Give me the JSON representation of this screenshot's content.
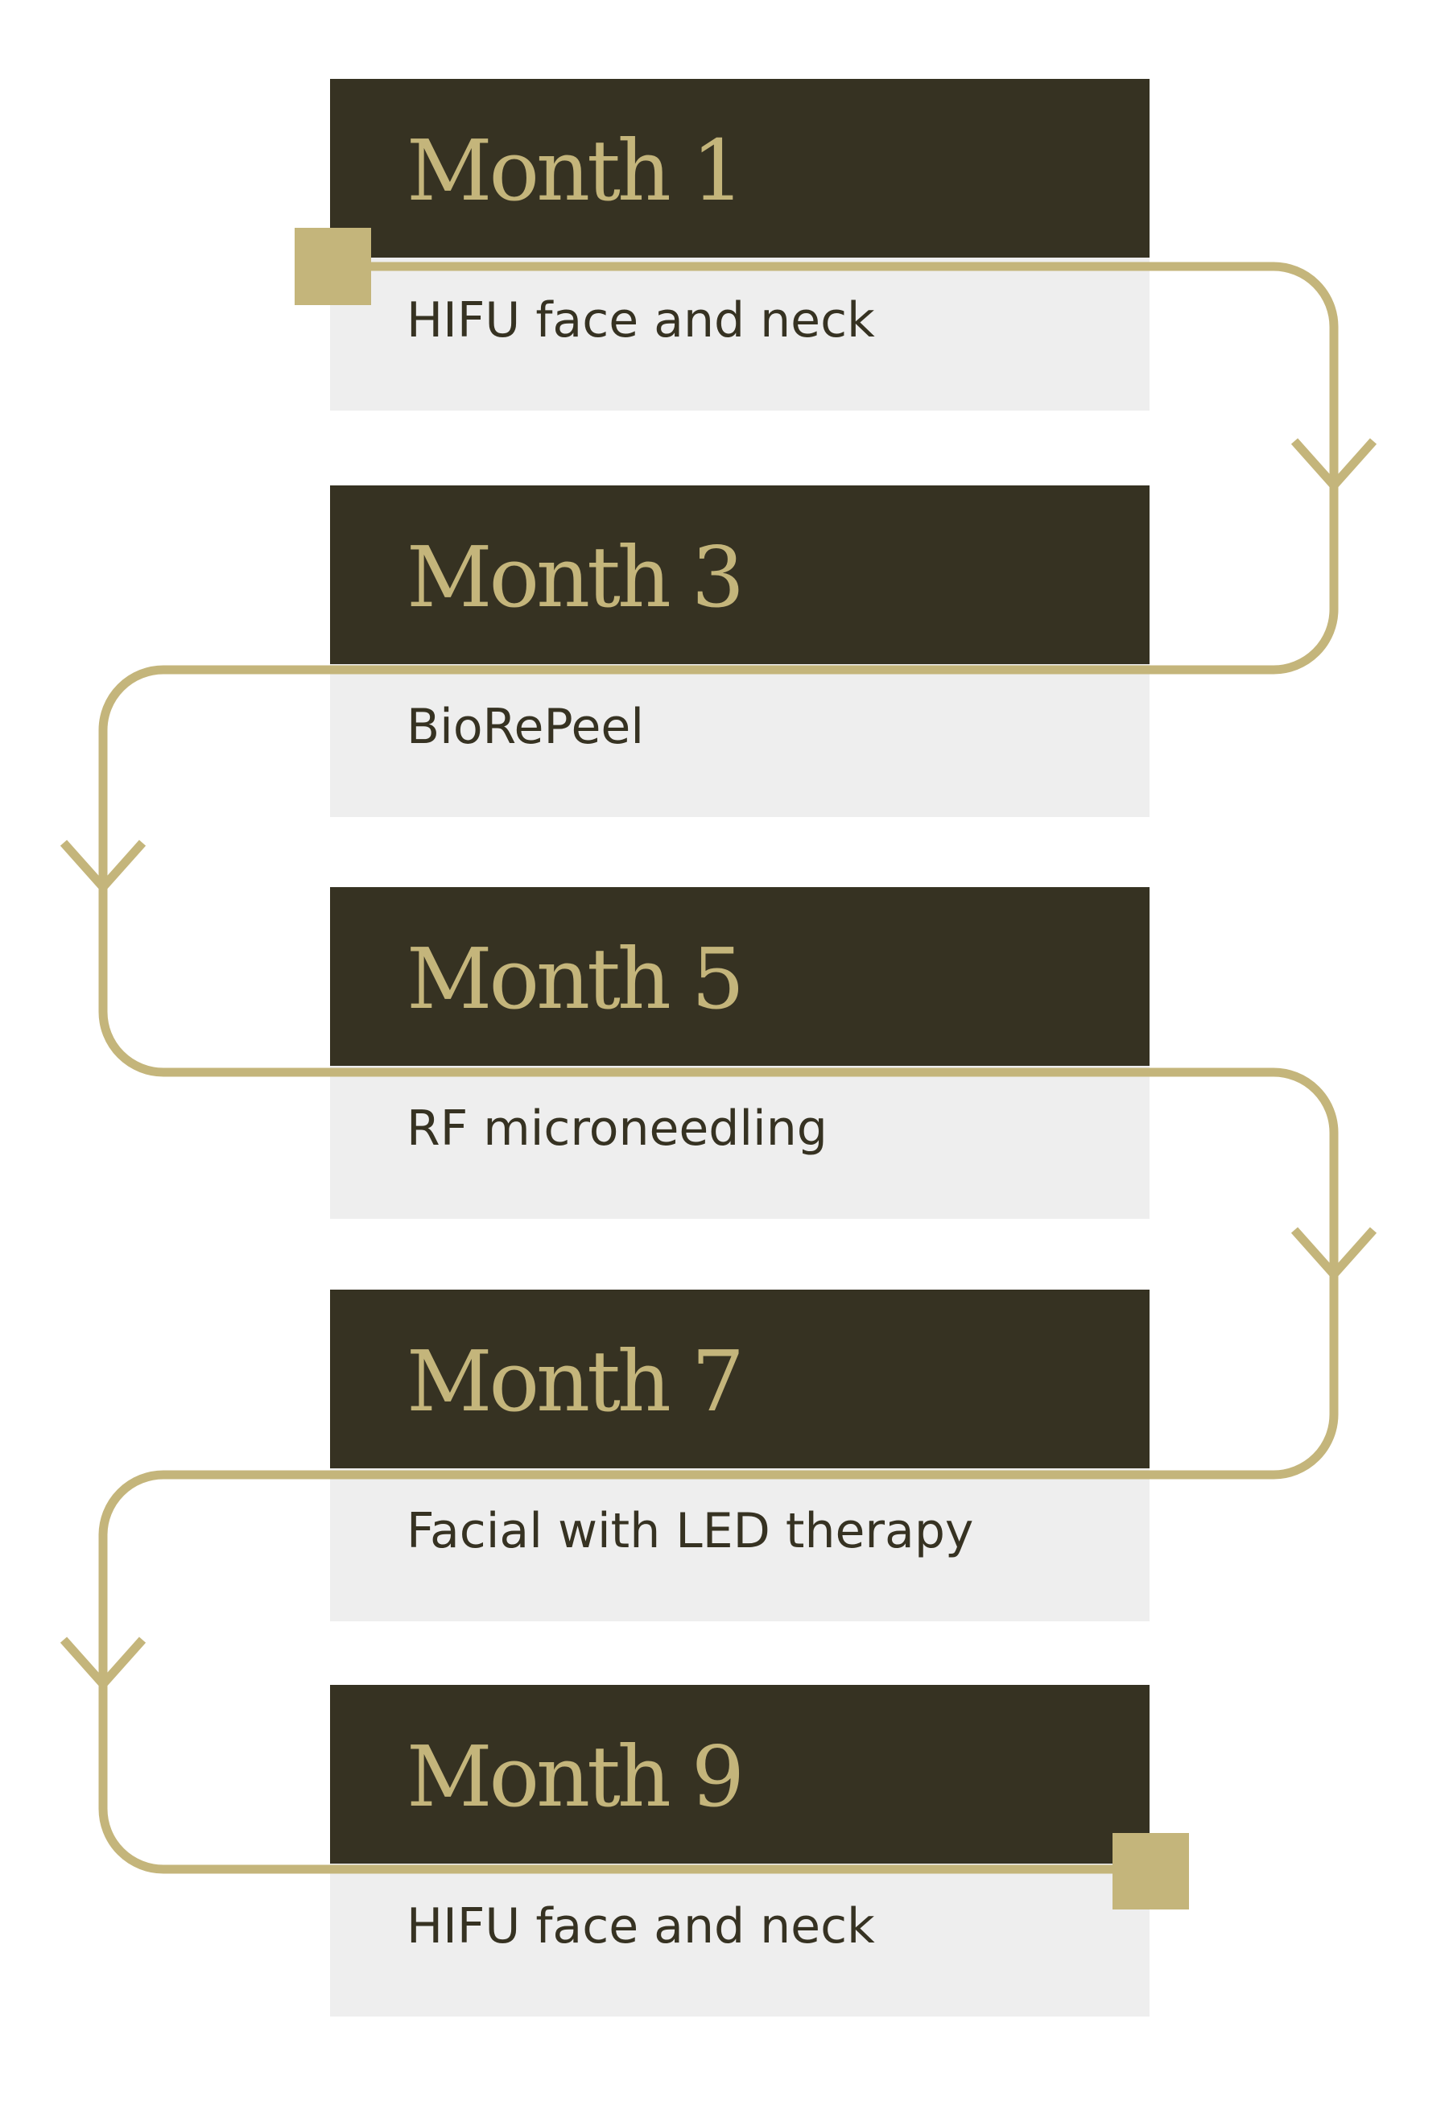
{
  "colors": {
    "dark": "#363222",
    "gold": "#c4b57b",
    "light": "#eeeeee"
  },
  "steps": [
    {
      "month": "Month 1",
      "treatment": "HIFU face and neck"
    },
    {
      "month": "Month 3",
      "treatment": "BioRePeel"
    },
    {
      "month": "Month 5",
      "treatment": "RF microneedling"
    },
    {
      "month": "Month 7",
      "treatment": "Facial with LED therapy"
    },
    {
      "month": "Month 9",
      "treatment": "HIFU face and neck"
    }
  ]
}
